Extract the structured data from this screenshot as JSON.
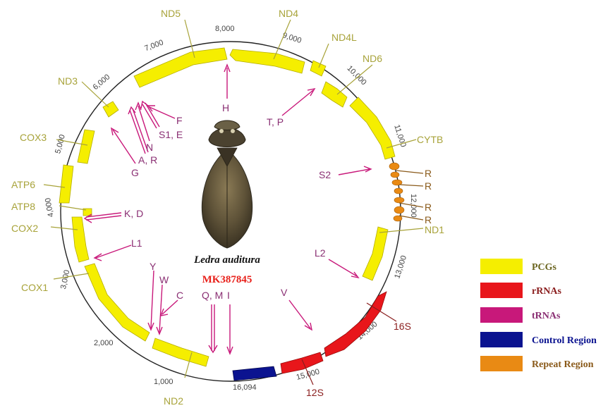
{
  "colors": {
    "pcg": "#f5ee00",
    "rrna": "#e8161b",
    "trna": "#c8187a",
    "control": "#0b1390",
    "repeat": "#e98a14",
    "pcg_label": "#a8a33a",
    "trna_label": "#8a2f73",
    "rrna_label": "#8a1d1d",
    "repeat_label": "#8a5a1a",
    "accession": "#e8201a"
  },
  "genome": {
    "species": "Ledra auditura",
    "accession": "MK387845",
    "end_label": "16,094",
    "ticks": [
      "1,000",
      "2,000",
      "3,000",
      "4,000",
      "5,000",
      "6,000",
      "7,000",
      "8,000",
      "9,000",
      "10,000",
      "11,000",
      "12,000",
      "13,000",
      "14,000",
      "15,000"
    ]
  },
  "genes": [
    {
      "label": "ND5"
    },
    {
      "label": "ND4"
    },
    {
      "label": "ND4L"
    },
    {
      "label": "ND6"
    },
    {
      "label": "CYTB"
    },
    {
      "label": "ND1"
    },
    {
      "label": "16S"
    },
    {
      "label": "12S"
    },
    {
      "label": "ND2"
    },
    {
      "label": "COX1"
    },
    {
      "label": "COX2"
    },
    {
      "label": "ATP8"
    },
    {
      "label": "ATP6"
    },
    {
      "label": "COX3"
    },
    {
      "label": "ND3"
    }
  ],
  "trnas": [
    {
      "label": "H"
    },
    {
      "label": "T, P"
    },
    {
      "label": "S2"
    },
    {
      "label": "L2"
    },
    {
      "label": "V"
    },
    {
      "label": "I"
    },
    {
      "label": "Q, M"
    },
    {
      "label": "C"
    },
    {
      "label": "W"
    },
    {
      "label": "Y"
    },
    {
      "label": "L1"
    },
    {
      "label": "K, D"
    },
    {
      "label": "G"
    },
    {
      "label": "A, R"
    },
    {
      "label": "N"
    },
    {
      "label": "S1, E"
    },
    {
      "label": "F"
    }
  ],
  "repeats": [
    {
      "label": "R"
    },
    {
      "label": "R"
    },
    {
      "label": "R"
    },
    {
      "label": "R"
    }
  ],
  "legend": [
    {
      "label": "PCGs",
      "color_key": "pcg"
    },
    {
      "label": "rRNAs",
      "color_key": "rrna"
    },
    {
      "label": "tRNAs",
      "color_key": "trna"
    },
    {
      "label": "Control Region",
      "color_key": "control"
    },
    {
      "label": "Repeat Region",
      "color_key": "repeat"
    }
  ]
}
